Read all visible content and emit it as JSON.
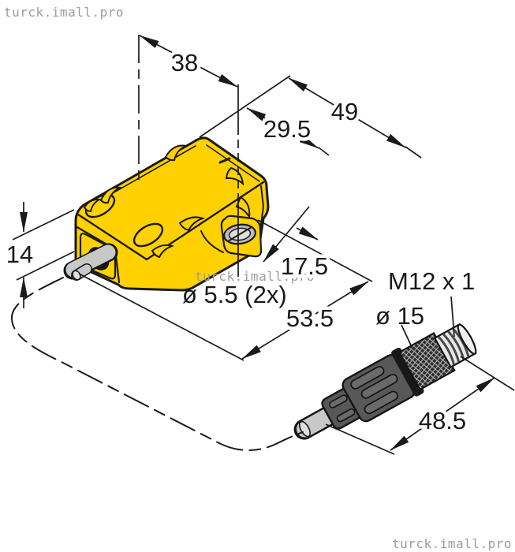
{
  "watermark": {
    "text": "turck.imall.pro"
  },
  "labels": {
    "dim_width": "38",
    "dim_length": "49",
    "dim_hole_offset_top": "29.5",
    "dim_height": "14",
    "dim_hole_offset_side": "17.5",
    "mounting_hole_note": "ø 5.5 (2x)",
    "dim_diagonal": "53.5",
    "thread_spec": "M12 x 1",
    "connector_diameter": "ø 15",
    "connector_length": "48.5"
  },
  "colors": {
    "body_yellow": "#FFD100",
    "line_dark": "#1a1a1a",
    "cable_gray": "#c8c8c8",
    "metal_light": "#e8e8e8",
    "boot_gray": "#585858",
    "watermark_gray": "#9c9c9c"
  }
}
